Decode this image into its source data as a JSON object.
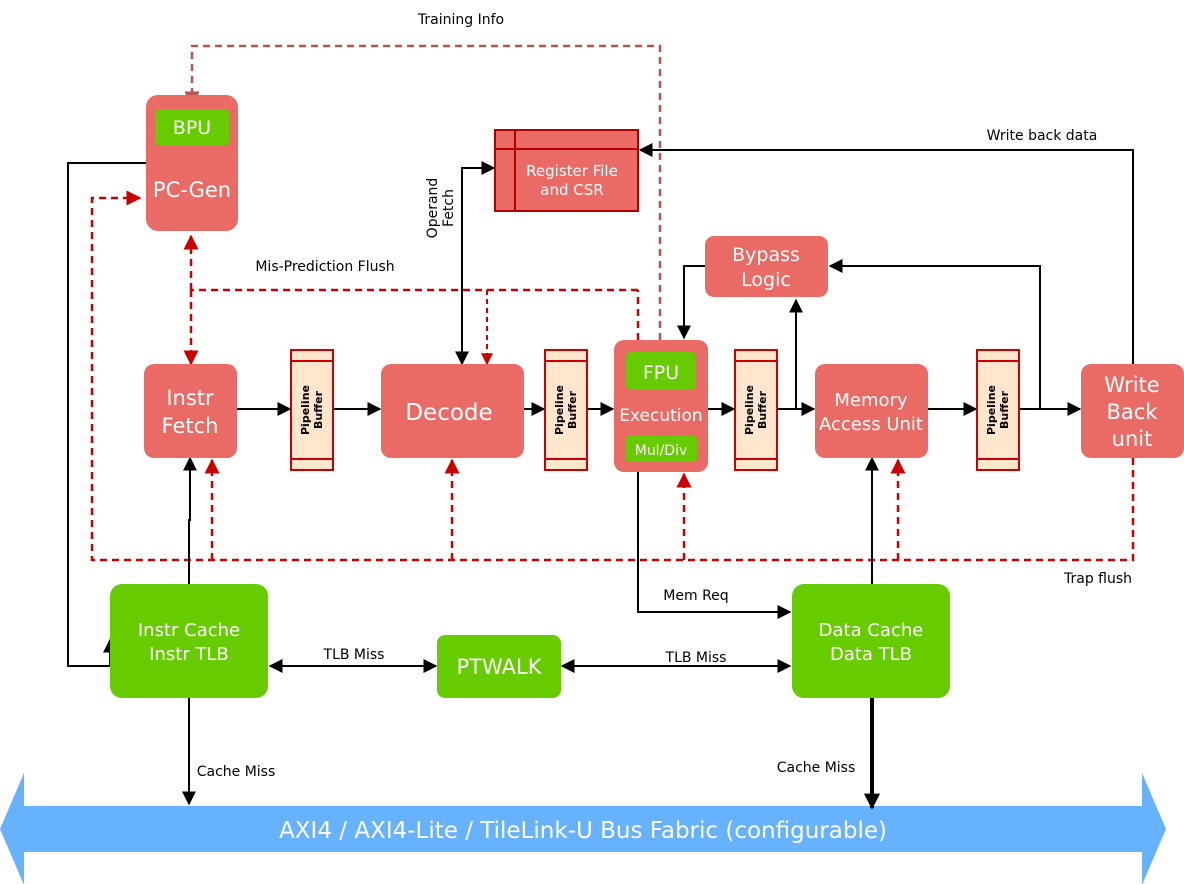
{
  "colors": {
    "red_block": "#ea6b66",
    "green_block": "#66cc00",
    "buffer_fill": "#ffe6cc",
    "buffer_border": "#cc0000",
    "flush_line": "#cc0000",
    "training_line": "#b85450",
    "bus": "#66b2ff"
  },
  "blocks": {
    "bpu": "BPU",
    "pc_gen": "PC-Gen",
    "register_file": [
      "Register File",
      "and CSR"
    ],
    "bypass_logic": [
      "Bypass",
      "Logic"
    ],
    "instr_fetch": [
      "Instr",
      "Fetch"
    ],
    "decode": "Decode",
    "fpu": "FPU",
    "execution": "Execution",
    "muldiv": "Mul/Div",
    "memory_access": [
      "Memory",
      "Access Unit"
    ],
    "write_back": [
      "Write",
      "Back",
      "unit"
    ],
    "instr_cache": [
      "Instr Cache",
      "Instr TLB"
    ],
    "ptwalk": "PTWALK",
    "data_cache": [
      "Data Cache",
      "Data TLB"
    ]
  },
  "buffers": {
    "label_top": "Pipeline",
    "label_bottom": "Buffer"
  },
  "labels": {
    "training_info": "Training Info",
    "write_back_data": "Write back data",
    "operand_fetch": [
      "Operand",
      "Fetch"
    ],
    "mis_prediction_flush": "Mis-Prediction Flush",
    "trap_flush": "Trap flush",
    "mem_req": "Mem Req",
    "tlb_miss_left": "TLB Miss",
    "tlb_miss_right": "TLB Miss",
    "cache_miss_left": "Cache Miss",
    "cache_miss_right": "Cache Miss"
  },
  "bus": {
    "label": "AXI4 / AXI4-Lite / TileLink-U Bus Fabric (configurable)"
  }
}
